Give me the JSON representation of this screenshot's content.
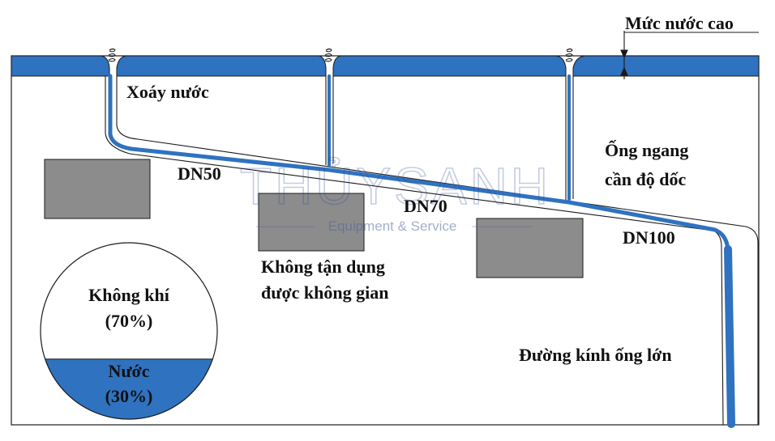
{
  "labels": {
    "high_water_level": "Mức nước cao",
    "vortex": "Xoáy nước",
    "dn50": "DN50",
    "dn70": "DN70",
    "dn100": "DN100",
    "slope_line1": "Ống ngang",
    "slope_line2": "cần độ dốc",
    "waste_line1": "Không tận dụng",
    "waste_line2": "được không gian",
    "large_pipe": "Đường kính ống lớn",
    "air_label": "Không khí",
    "air_pct": "(70%)",
    "water_label": "Nước",
    "water_pct": "(30%)"
  },
  "pipe_section": {
    "air_percent": 70,
    "water_percent": 30
  },
  "watermark": {
    "brand": "THỦYSANH",
    "tagline": "Equipment & Service"
  },
  "colors": {
    "water": "#2f72bf",
    "outline": "#1a1a1a",
    "block": "#8c8c8c"
  }
}
